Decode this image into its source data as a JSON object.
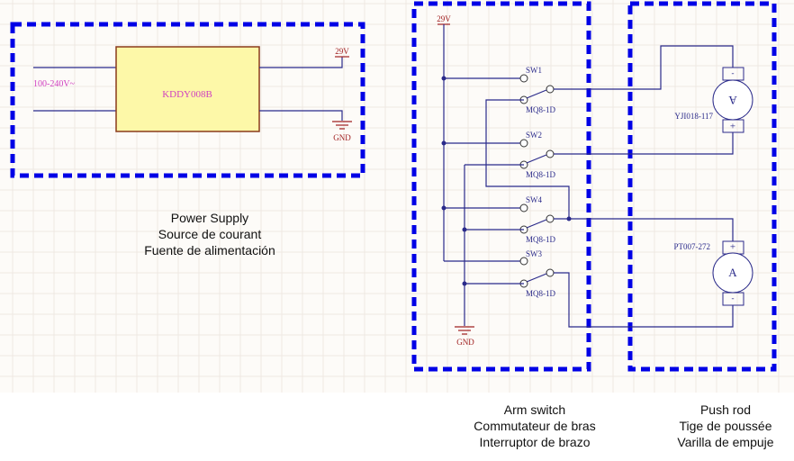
{
  "colors": {
    "grid": "#efe8e2",
    "canvas": "#fdfbf8",
    "frame": "#0000e6",
    "wire": "#2a2a8a",
    "part_text": "#2a2a8a",
    "power_text": "#a02020",
    "module_fill": "#fdf8a8",
    "module_border": "#8a3a1a",
    "module_text": "#d040c0"
  },
  "power_supply": {
    "module_name": "KDDY008B",
    "input_label": "100-240V~",
    "output_pos_label": "29V",
    "output_neg_label": "GND",
    "caption": [
      "Power Supply",
      "Source de courant",
      "Fuente de alimentación"
    ]
  },
  "arm_switch": {
    "supply_label": "29V",
    "ground_label": "GND",
    "switches": [
      {
        "name": "SW1",
        "part": "MQ8-1D"
      },
      {
        "name": "SW2",
        "part": "MQ8-1D"
      },
      {
        "name": "SW4",
        "part": "MQ8-1D"
      },
      {
        "name": "SW3",
        "part": "MQ8-1D"
      }
    ],
    "caption": [
      "Arm switch",
      "Commutateur de bras",
      "Interruptor de brazo"
    ]
  },
  "push_rod": {
    "motors": [
      {
        "part": "YJI018-117",
        "symbol": "A",
        "top_terminal": "-",
        "bottom_terminal": "+",
        "inverted": true
      },
      {
        "part": "PT007-272",
        "symbol": "A",
        "top_terminal": "+",
        "bottom_terminal": "-",
        "inverted": false
      }
    ],
    "caption": [
      "Push rod",
      "Tige de poussée",
      "Varilla de empuje"
    ]
  }
}
